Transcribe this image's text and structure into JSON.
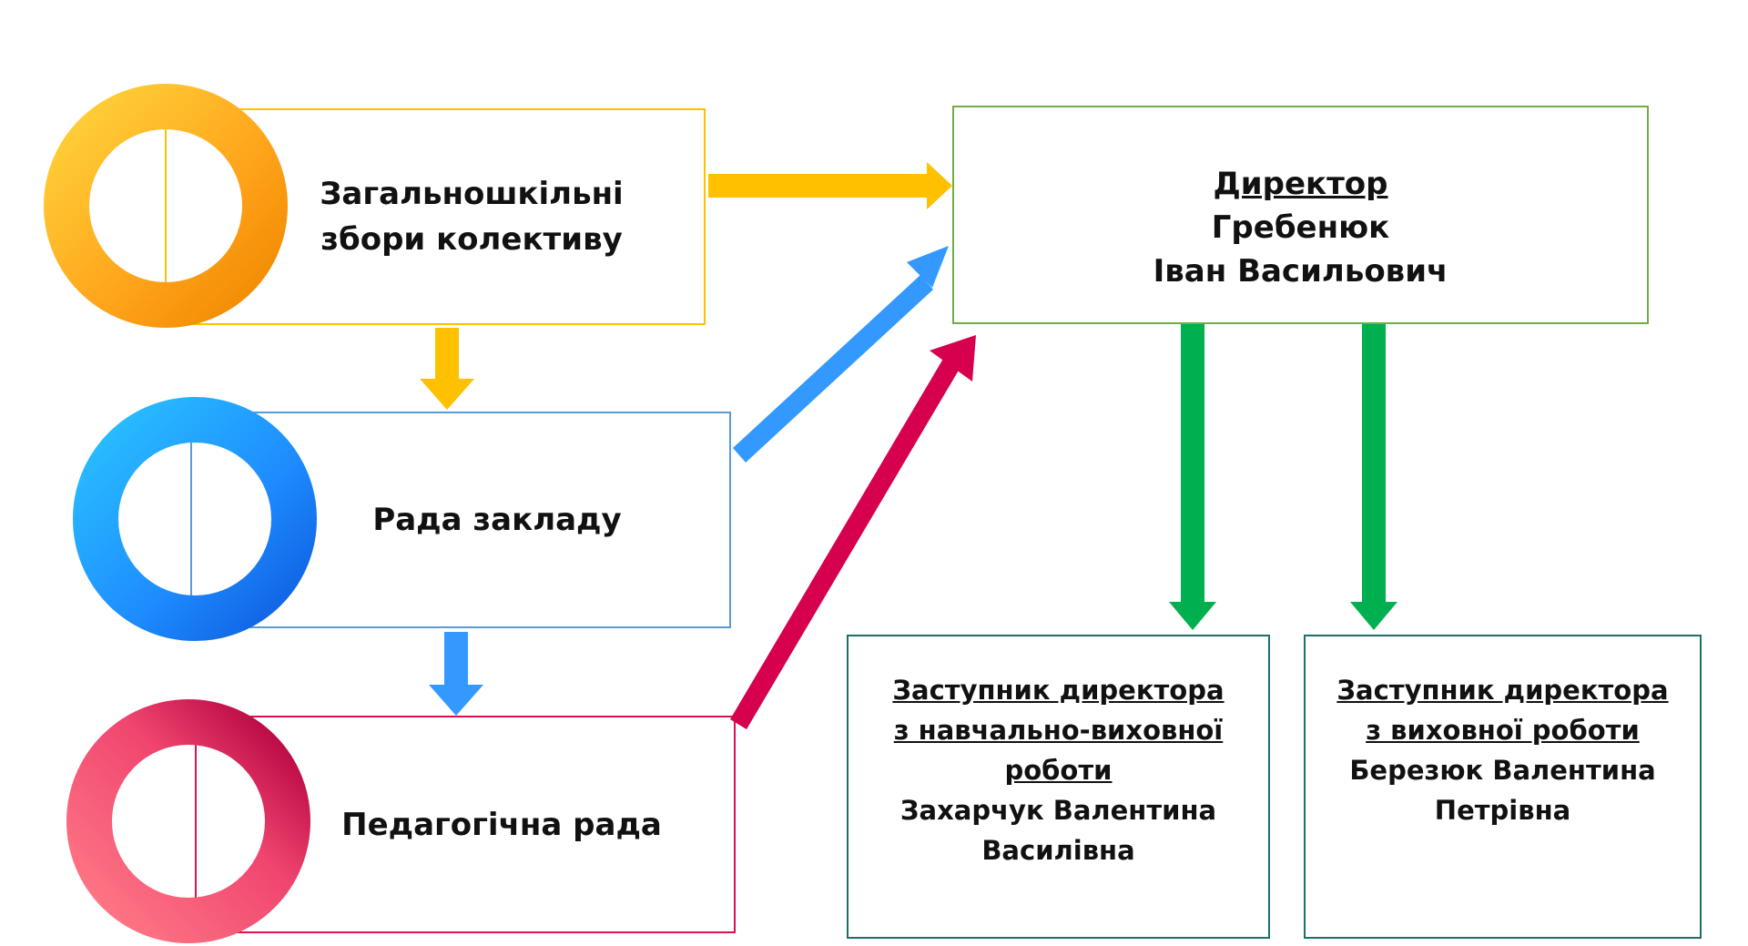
{
  "boxes": {
    "general_meeting": {
      "line1": "Загальношкільні",
      "line2": "збори колективу"
    },
    "school_council": {
      "line1": "Рада закладу"
    },
    "pedagogical_council": {
      "line1": "Педагогічна рада"
    },
    "director": {
      "title": "Директор",
      "surname": "Гребенюк",
      "given_names": "Іван Васильович"
    },
    "deputy_educational": {
      "title_line1": "Заступник директора",
      "title_line2": "з навчально-виховної",
      "title_line3": "роботи",
      "name_line1": "Захарчук Валентина",
      "name_line2": "Василівна"
    },
    "deputy_upbringing": {
      "title_line1": "Заступник директора",
      "title_line2": "з виховної роботи",
      "name_line1": "Березюк Валентина",
      "name_line2": "Петрівна"
    }
  },
  "colors": {
    "orange": "#ffc000",
    "blue": "#3399ff",
    "crimson": "#d6004f",
    "green": "#00b050",
    "director_border": "#70ad47",
    "deputy_border": "#1f6f68"
  }
}
